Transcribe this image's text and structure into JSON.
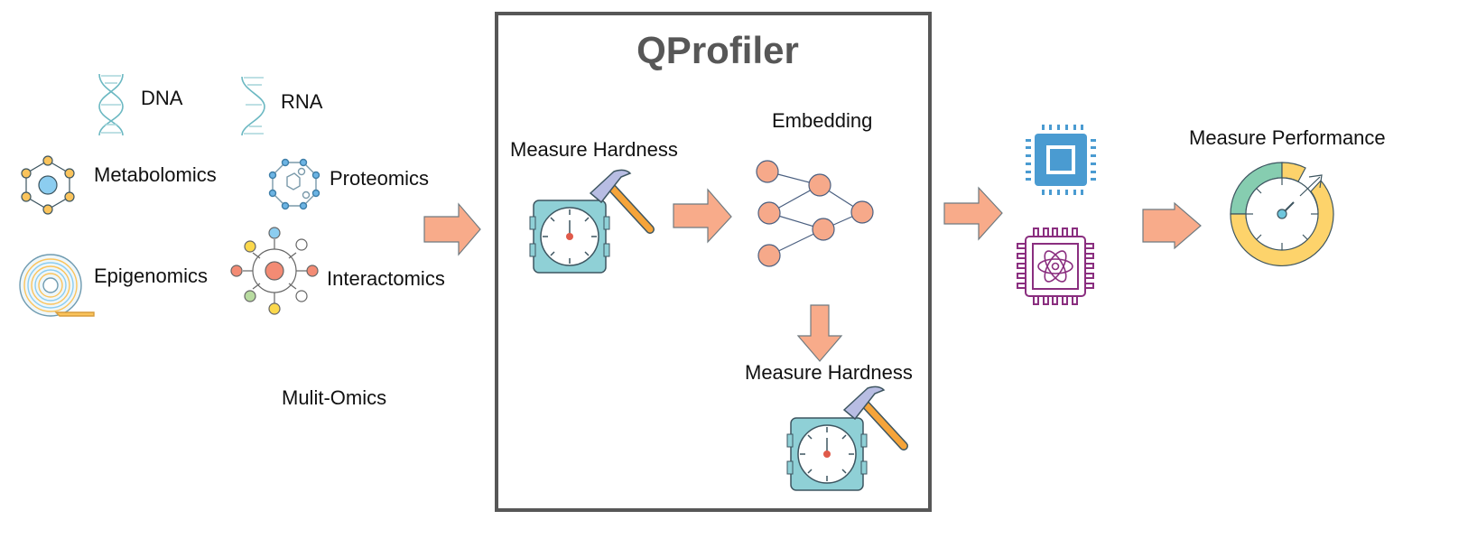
{
  "title": "QProfiler",
  "omics": {
    "dna": "DNA",
    "rna": "RNA",
    "metabolomics": "Metabolomics",
    "proteomics": "Proteomics",
    "epigenomics": "Epigenomics",
    "interactomics": "Interactomics",
    "group_label": "Mulit-Omics"
  },
  "pipeline": {
    "measure_hardness_1": "Measure Hardness",
    "embedding": "Embedding",
    "measure_hardness_2": "Measure Hardness",
    "measure_performance": "Measure Performance"
  },
  "colors": {
    "arrow": "#f8ab8a",
    "box": "#575757",
    "chip": "#4a9bd1",
    "quantum_chip": "#8a2e7f",
    "node": "#f6a98a",
    "gauge_green": "#86cdb0",
    "gauge_yellow": "#fdd36b"
  },
  "icons": [
    "dna-icon",
    "rna-icon",
    "metabolomics-icon",
    "proteomics-icon",
    "epigenomics-icon",
    "interactomics-icon",
    "stopwatch-icon",
    "hammer-icon",
    "neural-network-icon",
    "cpu-chip-icon",
    "quantum-chip-icon",
    "speed-gauge-icon"
  ]
}
